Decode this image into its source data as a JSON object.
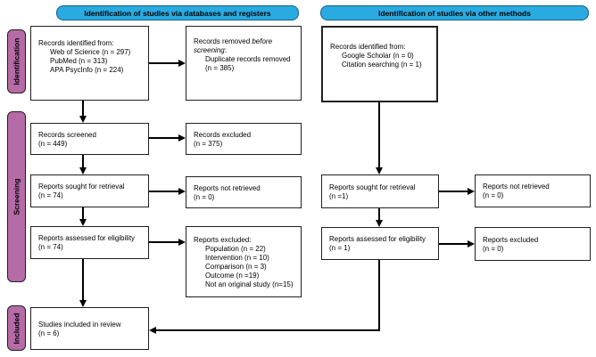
{
  "banners": {
    "databases": "Identification of studies via databases and registers",
    "other": "Identification of studies via other methods"
  },
  "side_labels": {
    "identification": "Identification",
    "screening": "Screening",
    "included": "Included"
  },
  "colors": {
    "banner_fill": "#29ABE2",
    "side_label_fill": "#B56BA5",
    "box_border": "#231F20",
    "text": "#000000"
  },
  "boxes": {
    "db_identified": {
      "title": "Records identified from:",
      "items": [
        "Web of Science (n = 297)",
        "PubMed (n = 313)",
        "APA PsycInfo (n = 224)"
      ]
    },
    "records_removed": {
      "line1_normal": "Records removed ",
      "line1_italic": "before",
      "line2_italic": "screening",
      "line2_suffix": ":",
      "items": [
        "Duplicate records removed",
        "(n = 385)"
      ]
    },
    "other_identified": {
      "title": "Records identified from:",
      "items": [
        "Google Scholar (n = 0)",
        "Citation searching (n = 1)"
      ]
    },
    "records_screened": {
      "line1": "Records screened",
      "line2": "(n = 449)"
    },
    "records_excluded": {
      "line1": "Records excluded",
      "line2": "(n = 375)"
    },
    "reports_sought_db": {
      "line1": "Reports sought for retrieval",
      "line2": "(n = 74)"
    },
    "reports_not_retrieved_db": {
      "line1": "Reports not retrieved",
      "line2": "(n = 0)"
    },
    "reports_sought_other": {
      "line1": "Reports sought for retrieval",
      "line2": "(n =1)"
    },
    "reports_not_retrieved_other": {
      "line1": "Reports not retrieved",
      "line2": "(n = 0)"
    },
    "reports_assessed_db": {
      "line1": "Reports assessed for eligibility",
      "line2": "(n = 74)"
    },
    "reports_excluded_detail": {
      "title": "Reports excluded:",
      "items": [
        "Population (n = 22)",
        "Intervention (n = 10)",
        "Comparison (n = 3)",
        "Outcome (n =19)",
        "Not an original study (n=15)"
      ]
    },
    "reports_assessed_other": {
      "line1": "Reports assessed for eligibility",
      "line2": "(n = 1)"
    },
    "reports_excluded_other": {
      "line1": "Reports excluded",
      "line2": "(n = 0)"
    },
    "studies_included": {
      "line1": "Studies included in review",
      "line2": "(n = 6)"
    }
  }
}
